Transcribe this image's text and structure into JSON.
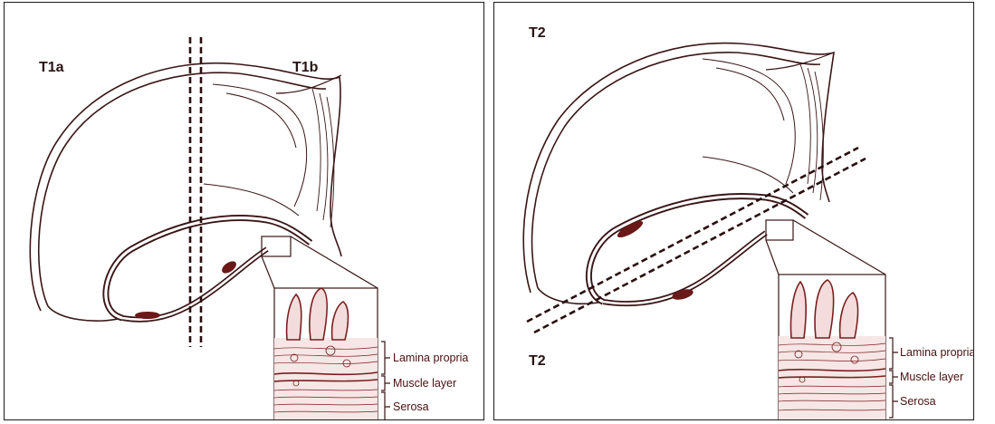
{
  "left_panel": {
    "label_a": "T1a",
    "label_b": "T1b",
    "layers": [
      "Lamina propria",
      "Muscle layer",
      "Serosa"
    ]
  },
  "right_panel": {
    "label_top": "T2",
    "label_bottom": "T2",
    "layers": [
      "Lamina propria",
      "Muscle layer",
      "Serosa"
    ]
  },
  "colors": {
    "outline": "#3a1616",
    "wall_fill": "#8b2b2b",
    "tissue": "#7a1f1f",
    "label_text": "#4a1010",
    "panel_border": "#1a1a1a"
  }
}
